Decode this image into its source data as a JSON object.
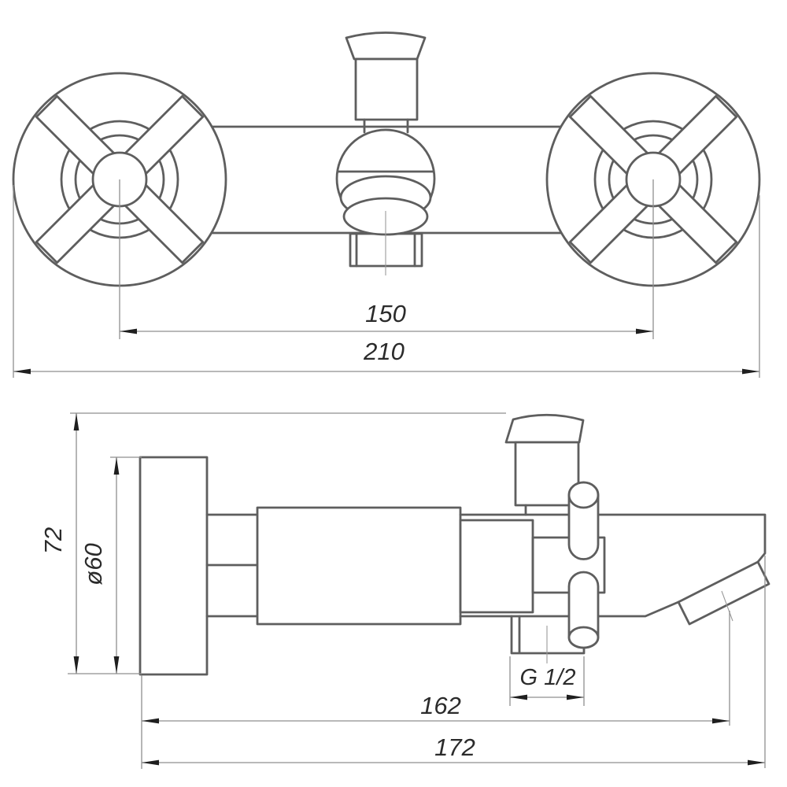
{
  "drawing": {
    "kind": "faucet technical drawing",
    "views": {
      "front": "front-view",
      "side": "side-view"
    }
  },
  "dims": {
    "handle_spacing": "150",
    "overall_width": "210",
    "overall_height": "72",
    "flange_diameter": "ø60",
    "thread": "G 1/2",
    "spout_center_depth": "162",
    "overall_depth": "172"
  },
  "colors": {
    "background": "#ffffff",
    "outline": "#5e5e5e",
    "thin_line": "#8f8f8f",
    "text": "#2b2b2b"
  }
}
